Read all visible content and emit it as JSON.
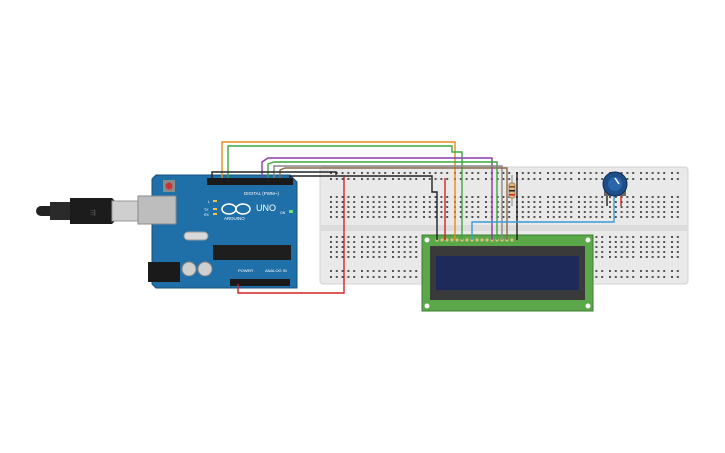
{
  "arduino": {
    "brand_text": "ARDUINO",
    "model_text": "UNO",
    "digital_label": "DIGITAL (PWM~)",
    "power_label": "POWER",
    "analog_label": "ANALOG IN",
    "led_labels": [
      "L",
      "TX",
      "RX"
    ],
    "on_label": "ON"
  },
  "components": {
    "usb_cable_icon": "usb-plug-icon",
    "lcd": "16x2 LCD",
    "potentiometer": "potentiometer-icon",
    "resistor": "resistor-icon"
  },
  "colors": {
    "board": "#1f6fa8",
    "breadboard": "#e9e9e9",
    "lcd_pcb": "#5aa84a",
    "lcd_screen": "#1e2a5a",
    "wire_orange": "#e8891a",
    "wire_green": "#3aa83a",
    "wire_purple": "#8a3ab0",
    "wire_gray": "#888888",
    "wire_red": "#d82222",
    "wire_black": "#222222",
    "wire_blue": "#3a9ad8",
    "pot_knob": "#1d4e8a"
  }
}
